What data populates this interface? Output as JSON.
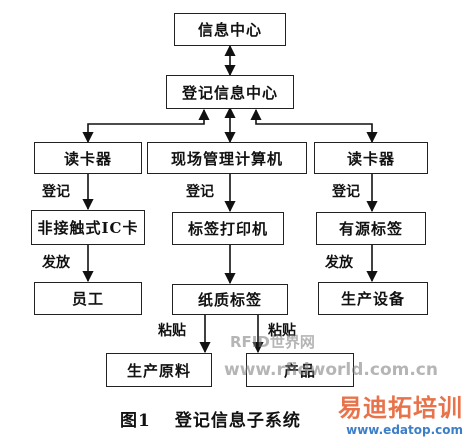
{
  "nodes": {
    "info_center": "信息中心",
    "register_info_center": "登记信息中心",
    "card_reader_left": "读卡器",
    "site_management_computer": "现场管理计算机",
    "card_reader_right": "读卡器",
    "contactless_ic_card": "非接触式IC卡",
    "label_printer": "标签打印机",
    "active_tag": "有源标签",
    "employee": "员工",
    "paper_label": "纸质标签",
    "production_equipment": "生产设备",
    "raw_material": "生产原料",
    "product": "产品"
  },
  "edge_labels": {
    "register_left": "登记",
    "register_mid": "登记",
    "register_right": "登记",
    "issue_left": "发放",
    "issue_right": "发放",
    "paste_left": "粘贴",
    "paste_right": "粘贴"
  },
  "caption": {
    "number": "图1",
    "title": "登记信息子系统"
  },
  "watermark": {
    "line1": "RFID世界网",
    "line2": "www.rfidworld.com.cn",
    "logo": "易迪拓培训",
    "logo_url": "www.edatop.com"
  }
}
